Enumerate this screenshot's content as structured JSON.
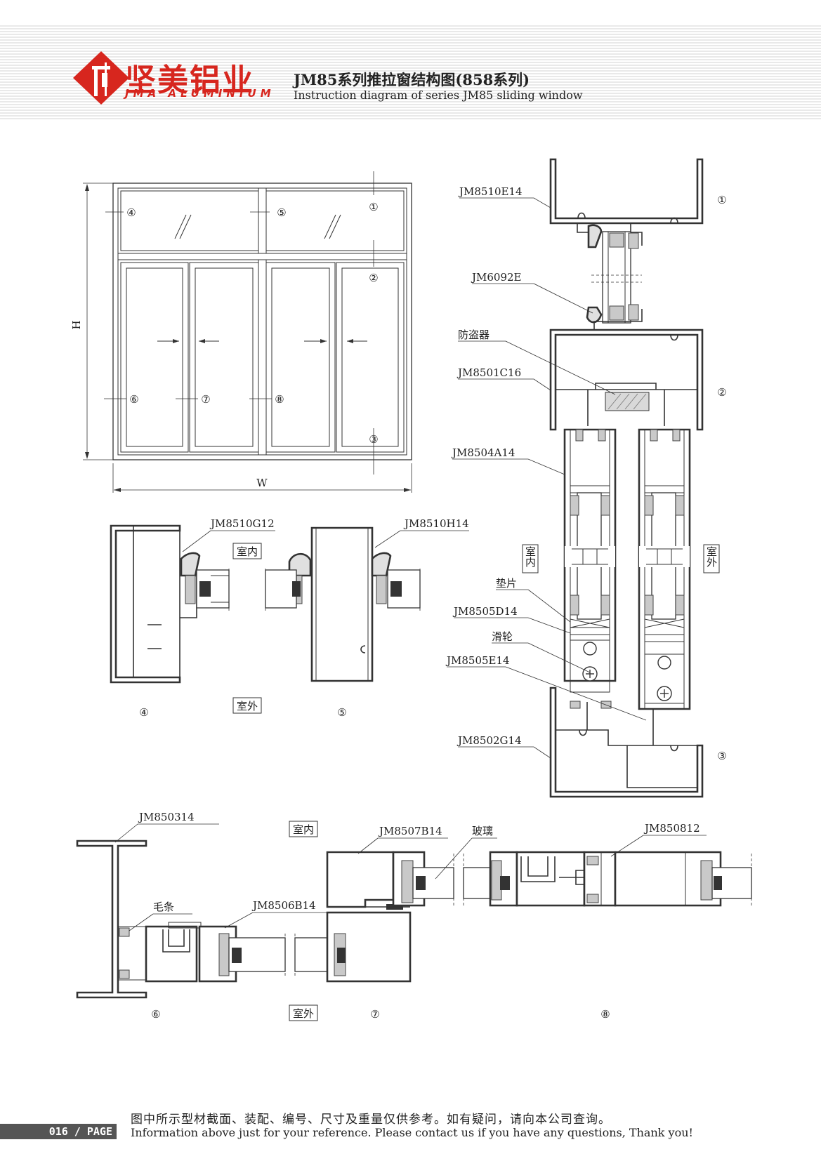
{
  "header": {
    "brand_cn": "坚美铝业",
    "brand_en": "JMA ALUMINIUM",
    "title_cn": "JM85系列推拉窗结构图(858系列)",
    "title_en": "Instruction diagram of series JM85 sliding window",
    "brand_color": "#d7261e"
  },
  "elevation": {
    "width_label": "W",
    "height_label": "H",
    "markers": [
      "①",
      "②",
      "③",
      "④",
      "⑤",
      "⑥",
      "⑦",
      "⑧"
    ]
  },
  "labels": {
    "indoor": "室内",
    "outdoor": "室外",
    "anti_theft": "防盗器",
    "spacer": "垫片",
    "pulley": "滑轮",
    "brush": "毛条",
    "glass": "玻璃"
  },
  "parts": {
    "p1": "JM8510E14",
    "p2": "JM6092E",
    "p3": "JM8501C16",
    "p4": "JM8504A14",
    "p5": "JM8505D14",
    "p6": "JM8505E14",
    "p7": "JM8502G14",
    "p8": "JM8510G12",
    "p9": "JM8510H14",
    "p10": "JM850314",
    "p11": "JM8506B14",
    "p12": "JM8507B14",
    "p13": "JM850812"
  },
  "footer": {
    "note_cn": "图中所示型材截面、装配、编号、尺寸及重量仅供参考。如有疑问，请向本公司查询。",
    "note_en": "Information above just for your reference. Please contact us if you have any questions, Thank you!",
    "page": "016 / PAGE"
  }
}
